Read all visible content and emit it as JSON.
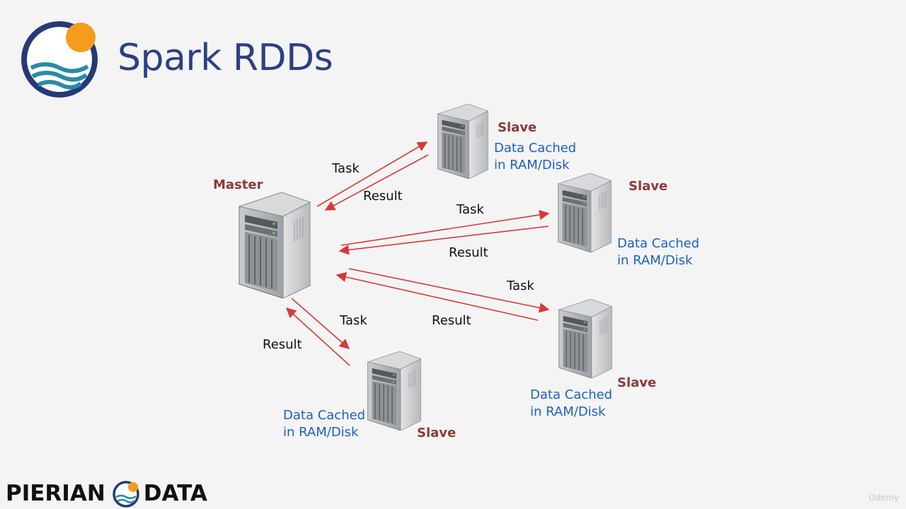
{
  "slide": {
    "title": "Spark RDDs",
    "master_label": "Master",
    "slave_label": "Slave",
    "task_label": "Task",
    "result_label": "Result",
    "cache_line1": "Data Cached",
    "cache_line2": "in RAM/Disk"
  },
  "footer": {
    "brand_left": "PIERIAN",
    "brand_right": "DATA",
    "watermark": "Udemy"
  },
  "colors": {
    "title": "#2e3f82",
    "role_label": "#8a3a3a",
    "cache_label": "#1f5fc0",
    "arrow": "#d63a3a",
    "logo_sun": "#f39c1f",
    "logo_ring": "#263a78",
    "logo_wave": "#2a8aa6"
  }
}
